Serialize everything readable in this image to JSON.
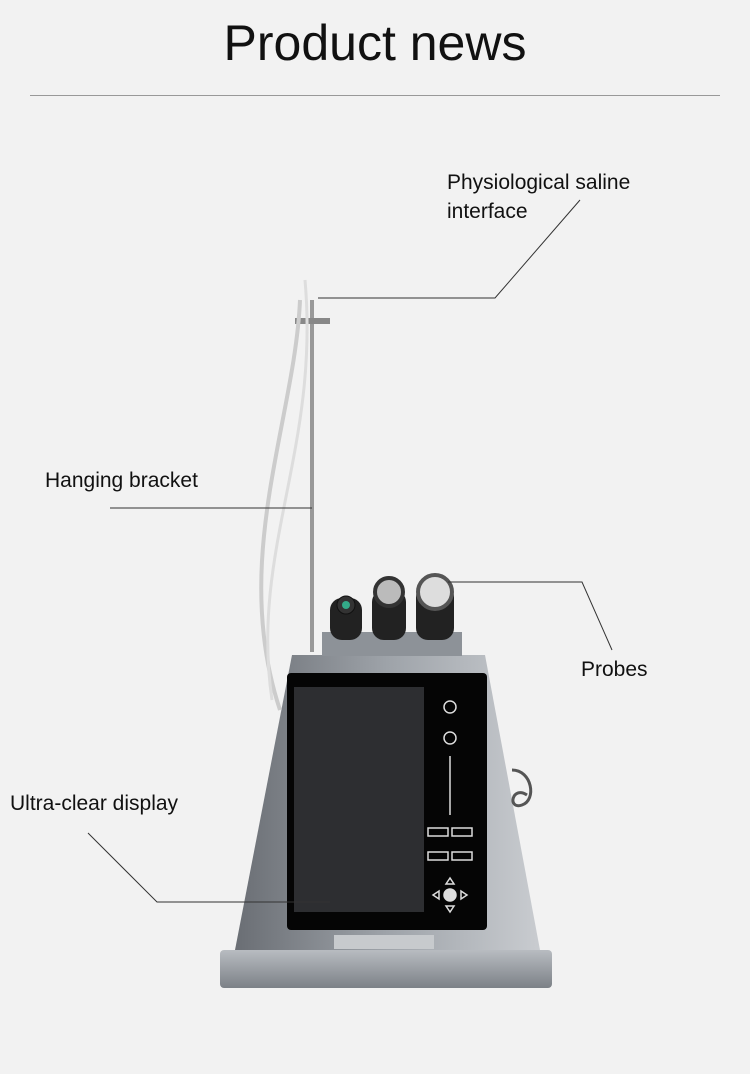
{
  "header": {
    "title": "Product news"
  },
  "callouts": {
    "saline": "Physiological saline",
    "saline2": "interface",
    "bracket": "Hanging bracket",
    "probes": "Probes",
    "display": "Ultra-clear display"
  }
}
